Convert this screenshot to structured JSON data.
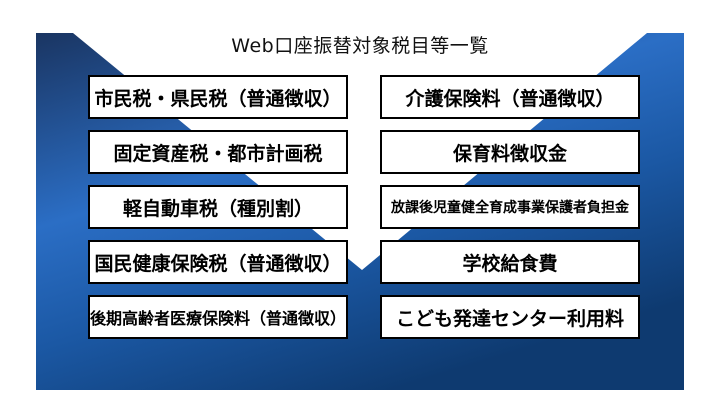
{
  "title": "Web口座振替対象税目等一覧",
  "columns": {
    "left": [
      "市民税・県民税（普通徴収）",
      "固定資産税・都市計画税",
      "軽自動車税（種別割）",
      "国民健康保険税（普通徴収）",
      "後期高齢者医療保険料（普通徴収）"
    ],
    "right": [
      "介護保険料（普通徴収）",
      "保育料徴収金",
      "放課後児童健全育成事業保護者負担金",
      "学校給食費",
      "こども発達センター利用料"
    ]
  },
  "colors": {
    "banner_dark_top": "#1a3562",
    "banner_bright": "#2b6ec5",
    "banner_mid": "#1b58a4",
    "banner_deep_bottom": "#0e3a70",
    "box_background": "#ffffff",
    "box_border": "#000000",
    "text": "#000000"
  }
}
